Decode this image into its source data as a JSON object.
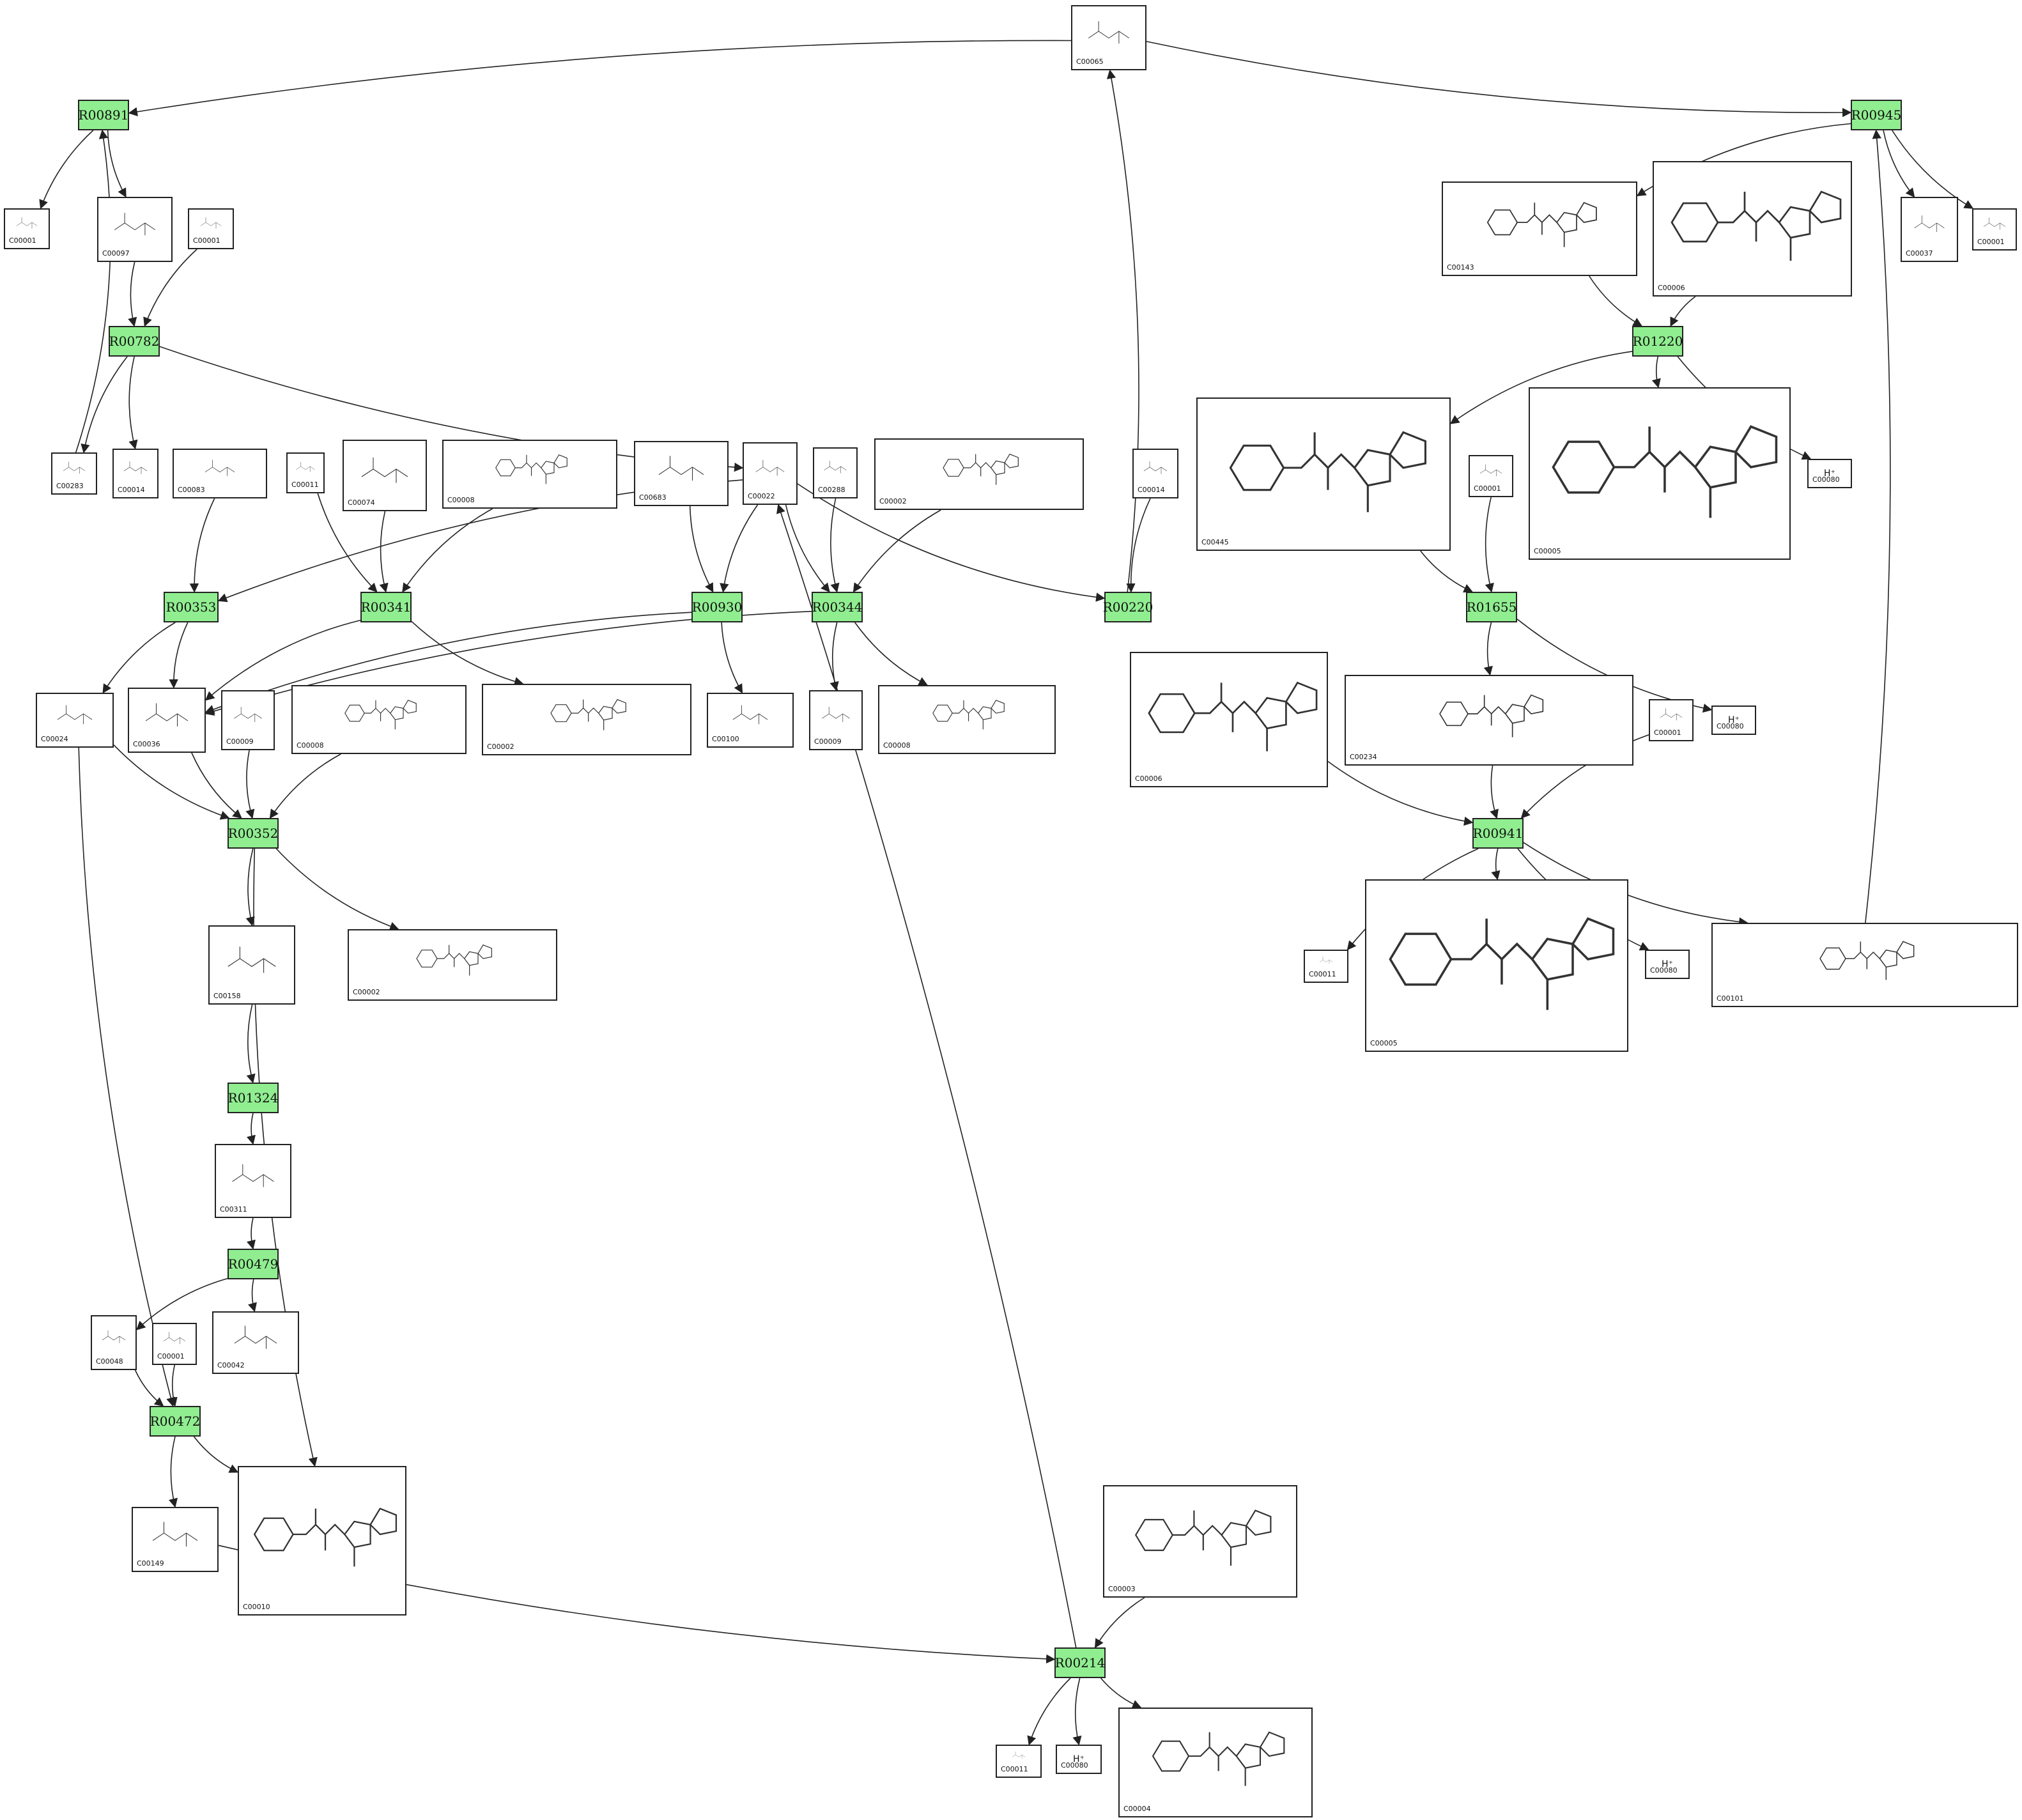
{
  "reactions": [
    {
      "id": "R00891",
      "label": "R00891"
    },
    {
      "id": "R00782",
      "label": "R00782"
    },
    {
      "id": "R00945",
      "label": "R00945"
    },
    {
      "id": "R01220",
      "label": "R01220"
    },
    {
      "id": "R00353",
      "label": "R00353"
    },
    {
      "id": "R00341",
      "label": "R00341"
    },
    {
      "id": "R00930",
      "label": "R00930"
    },
    {
      "id": "R00344",
      "label": "R00344"
    },
    {
      "id": "R00220",
      "label": "R00220"
    },
    {
      "id": "R01655",
      "label": "R01655"
    },
    {
      "id": "R00941",
      "label": "R00941"
    },
    {
      "id": "R00352",
      "label": "R00352"
    },
    {
      "id": "R01324",
      "label": "R01324"
    },
    {
      "id": "R00479",
      "label": "R00479"
    },
    {
      "id": "R00472",
      "label": "R00472"
    },
    {
      "id": "R00214",
      "label": "R00214"
    }
  ],
  "compounds": [
    {
      "id": "c_c00065",
      "label": "C00065",
      "kind": "small"
    },
    {
      "id": "c_c00001_a",
      "label": "C00001",
      "kind": "small"
    },
    {
      "id": "c_c00097",
      "label": "C00097",
      "kind": "small"
    },
    {
      "id": "c_c00001_b",
      "label": "C00001",
      "kind": "small"
    },
    {
      "id": "c_c00283",
      "label": "C00283",
      "kind": "small"
    },
    {
      "id": "c_c00014_a",
      "label": "C00014",
      "kind": "small"
    },
    {
      "id": "c_c00083",
      "label": "C00083",
      "kind": "small"
    },
    {
      "id": "c_c00011_a",
      "label": "C00011",
      "kind": "small"
    },
    {
      "id": "c_c00074",
      "label": "C00074",
      "kind": "small"
    },
    {
      "id": "c_c00008_a",
      "label": "C00008",
      "kind": "large"
    },
    {
      "id": "c_c00683",
      "label": "C00683",
      "kind": "small"
    },
    {
      "id": "c_c00022",
      "label": "C00022",
      "kind": "small"
    },
    {
      "id": "c_c00288",
      "label": "C00288",
      "kind": "small"
    },
    {
      "id": "c_c00002_a",
      "label": "C00002",
      "kind": "large"
    },
    {
      "id": "c_c00014_b",
      "label": "C00014",
      "kind": "small"
    },
    {
      "id": "c_c00143",
      "label": "C00143",
      "kind": "large"
    },
    {
      "id": "c_c00006_a",
      "label": "C00006",
      "kind": "large"
    },
    {
      "id": "c_c00037",
      "label": "C00037",
      "kind": "small"
    },
    {
      "id": "c_c00001_c",
      "label": "C00001",
      "kind": "small"
    },
    {
      "id": "c_c00445",
      "label": "C00445",
      "kind": "large"
    },
    {
      "id": "c_c00001_d",
      "label": "C00001",
      "kind": "small"
    },
    {
      "id": "c_c00005_a",
      "label": "C00005",
      "kind": "large"
    },
    {
      "id": "c_c00080_a",
      "label": "C00080",
      "kind": "ion",
      "text": "H⁺"
    },
    {
      "id": "c_c00024",
      "label": "C00024",
      "kind": "small"
    },
    {
      "id": "c_c00036",
      "label": "C00036",
      "kind": "small"
    },
    {
      "id": "c_c00009_a",
      "label": "C00009",
      "kind": "small"
    },
    {
      "id": "c_c00008_b",
      "label": "C00008",
      "kind": "large"
    },
    {
      "id": "c_c00002_b",
      "label": "C00002",
      "kind": "large"
    },
    {
      "id": "c_c00100",
      "label": "C00100",
      "kind": "small"
    },
    {
      "id": "c_c00009_b",
      "label": "C00009",
      "kind": "small"
    },
    {
      "id": "c_c00008_c",
      "label": "C00008",
      "kind": "large"
    },
    {
      "id": "c_c00006_b",
      "label": "C00006",
      "kind": "large"
    },
    {
      "id": "c_c00234",
      "label": "C00234",
      "kind": "large"
    },
    {
      "id": "c_c00001_e",
      "label": "C00001",
      "kind": "small"
    },
    {
      "id": "c_c00080_b",
      "label": "C00080",
      "kind": "ion",
      "text": "H⁺"
    },
    {
      "id": "c_c00158",
      "label": "C00158",
      "kind": "small"
    },
    {
      "id": "c_c00002_c",
      "label": "C00002",
      "kind": "large"
    },
    {
      "id": "c_c00011_b",
      "label": "C00011",
      "kind": "small"
    },
    {
      "id": "c_c00005_b",
      "label": "C00005",
      "kind": "large"
    },
    {
      "id": "c_c00080_c",
      "label": "C00080",
      "kind": "ion",
      "text": "H⁺"
    },
    {
      "id": "c_c00101",
      "label": "C00101",
      "kind": "large"
    },
    {
      "id": "c_c00311",
      "label": "C00311",
      "kind": "small"
    },
    {
      "id": "c_c00048",
      "label": "C00048",
      "kind": "small"
    },
    {
      "id": "c_c00001_f",
      "label": "C00001",
      "kind": "small"
    },
    {
      "id": "c_c00042",
      "label": "C00042",
      "kind": "small"
    },
    {
      "id": "c_c00149",
      "label": "C00149",
      "kind": "small"
    },
    {
      "id": "c_c00010",
      "label": "C00010",
      "kind": "large"
    },
    {
      "id": "c_c00003",
      "label": "C00003",
      "kind": "large"
    },
    {
      "id": "c_c00011_c",
      "label": "C00011",
      "kind": "small"
    },
    {
      "id": "c_c00080_d",
      "label": "C00080",
      "kind": "ion",
      "text": "H⁺"
    },
    {
      "id": "c_c00004",
      "label": "C00004",
      "kind": "large"
    }
  ],
  "edges": [
    [
      "c_c00065",
      "R00891"
    ],
    [
      "c_c00065",
      "R00945"
    ],
    [
      "R00891",
      "c_c00001_a"
    ],
    [
      "R00891",
      "c_c00097"
    ],
    [
      "c_c00097",
      "R00782"
    ],
    [
      "c_c00001_b",
      "R00782"
    ],
    [
      "R00782",
      "c_c00283"
    ],
    [
      "R00782",
      "c_c00014_a"
    ],
    [
      "R00782",
      "c_c00022"
    ],
    [
      "c_c00283",
      "R00891"
    ],
    [
      "R00945",
      "c_c00143"
    ],
    [
      "R00945",
      "c_c00037"
    ],
    [
      "R00945",
      "c_c00001_c"
    ],
    [
      "c_c00143",
      "R01220"
    ],
    [
      "c_c00006_a",
      "R01220"
    ],
    [
      "R01220",
      "c_c00445"
    ],
    [
      "R01220",
      "c_c00005_a"
    ],
    [
      "R01220",
      "c_c00080_a"
    ],
    [
      "c_c00445",
      "R01655"
    ],
    [
      "c_c00001_d",
      "R01655"
    ],
    [
      "R01655",
      "c_c00234"
    ],
    [
      "R01655",
      "c_c00080_b"
    ],
    [
      "c_c00083",
      "R00353"
    ],
    [
      "c_c00022",
      "R00353"
    ],
    [
      "R00353",
      "c_c00024"
    ],
    [
      "R00353",
      "c_c00036"
    ],
    [
      "c_c00011_a",
      "R00341"
    ],
    [
      "c_c00074",
      "R00341"
    ],
    [
      "c_c00008_a",
      "R00341"
    ],
    [
      "R00341",
      "c_c00036"
    ],
    [
      "R00341",
      "c_c00002_b"
    ],
    [
      "c_c00683",
      "R00930"
    ],
    [
      "c_c00022",
      "R00930"
    ],
    [
      "R00930",
      "c_c00036"
    ],
    [
      "R00930",
      "c_c00100"
    ],
    [
      "c_c00288",
      "R00344"
    ],
    [
      "c_c00022",
      "R00344"
    ],
    [
      "c_c00002_a",
      "R00344"
    ],
    [
      "R00344",
      "c_c00036"
    ],
    [
      "R00344",
      "c_c00009_b"
    ],
    [
      "R00344",
      "c_c00008_c"
    ],
    [
      "c_c00022",
      "R00220"
    ],
    [
      "c_c00014_b",
      "R00220"
    ],
    [
      "R00220",
      "c_c00065"
    ],
    [
      "c_c00024",
      "R00352"
    ],
    [
      "c_c00036",
      "R00352"
    ],
    [
      "c_c00009_a",
      "R00352"
    ],
    [
      "c_c00008_b",
      "R00352"
    ],
    [
      "R00352",
      "c_c00158"
    ],
    [
      "R00352",
      "c_c00002_c"
    ],
    [
      "R00352",
      "c_c00010"
    ],
    [
      "c_c00158",
      "R01324"
    ],
    [
      "R01324",
      "c_c00311"
    ],
    [
      "c_c00311",
      "R00479"
    ],
    [
      "R00479",
      "c_c00048"
    ],
    [
      "R00479",
      "c_c00042"
    ],
    [
      "c_c00048",
      "R00472"
    ],
    [
      "c_c00001_f",
      "R00472"
    ],
    [
      "c_c00024",
      "R00472"
    ],
    [
      "R00472",
      "c_c00149"
    ],
    [
      "R00472",
      "c_c00010"
    ],
    [
      "c_c00149",
      "R00214"
    ],
    [
      "c_c00003",
      "R00214"
    ],
    [
      "R00214",
      "c_c00011_c"
    ],
    [
      "R00214",
      "c_c00080_d"
    ],
    [
      "R00214",
      "c_c00004"
    ],
    [
      "R00214",
      "c_c00022"
    ],
    [
      "c_c00006_b",
      "R00941"
    ],
    [
      "c_c00234",
      "R00941"
    ],
    [
      "c_c00001_e",
      "R00941"
    ],
    [
      "R00941",
      "c_c00011_b"
    ],
    [
      "R00941",
      "c_c00005_b"
    ],
    [
      "R00941",
      "c_c00080_c"
    ],
    [
      "R00941",
      "c_c00101"
    ],
    [
      "c_c00101",
      "R00945"
    ]
  ],
  "colors": {
    "reaction_fill": "#90ee90",
    "border": "#222222",
    "edge": "#222222"
  }
}
